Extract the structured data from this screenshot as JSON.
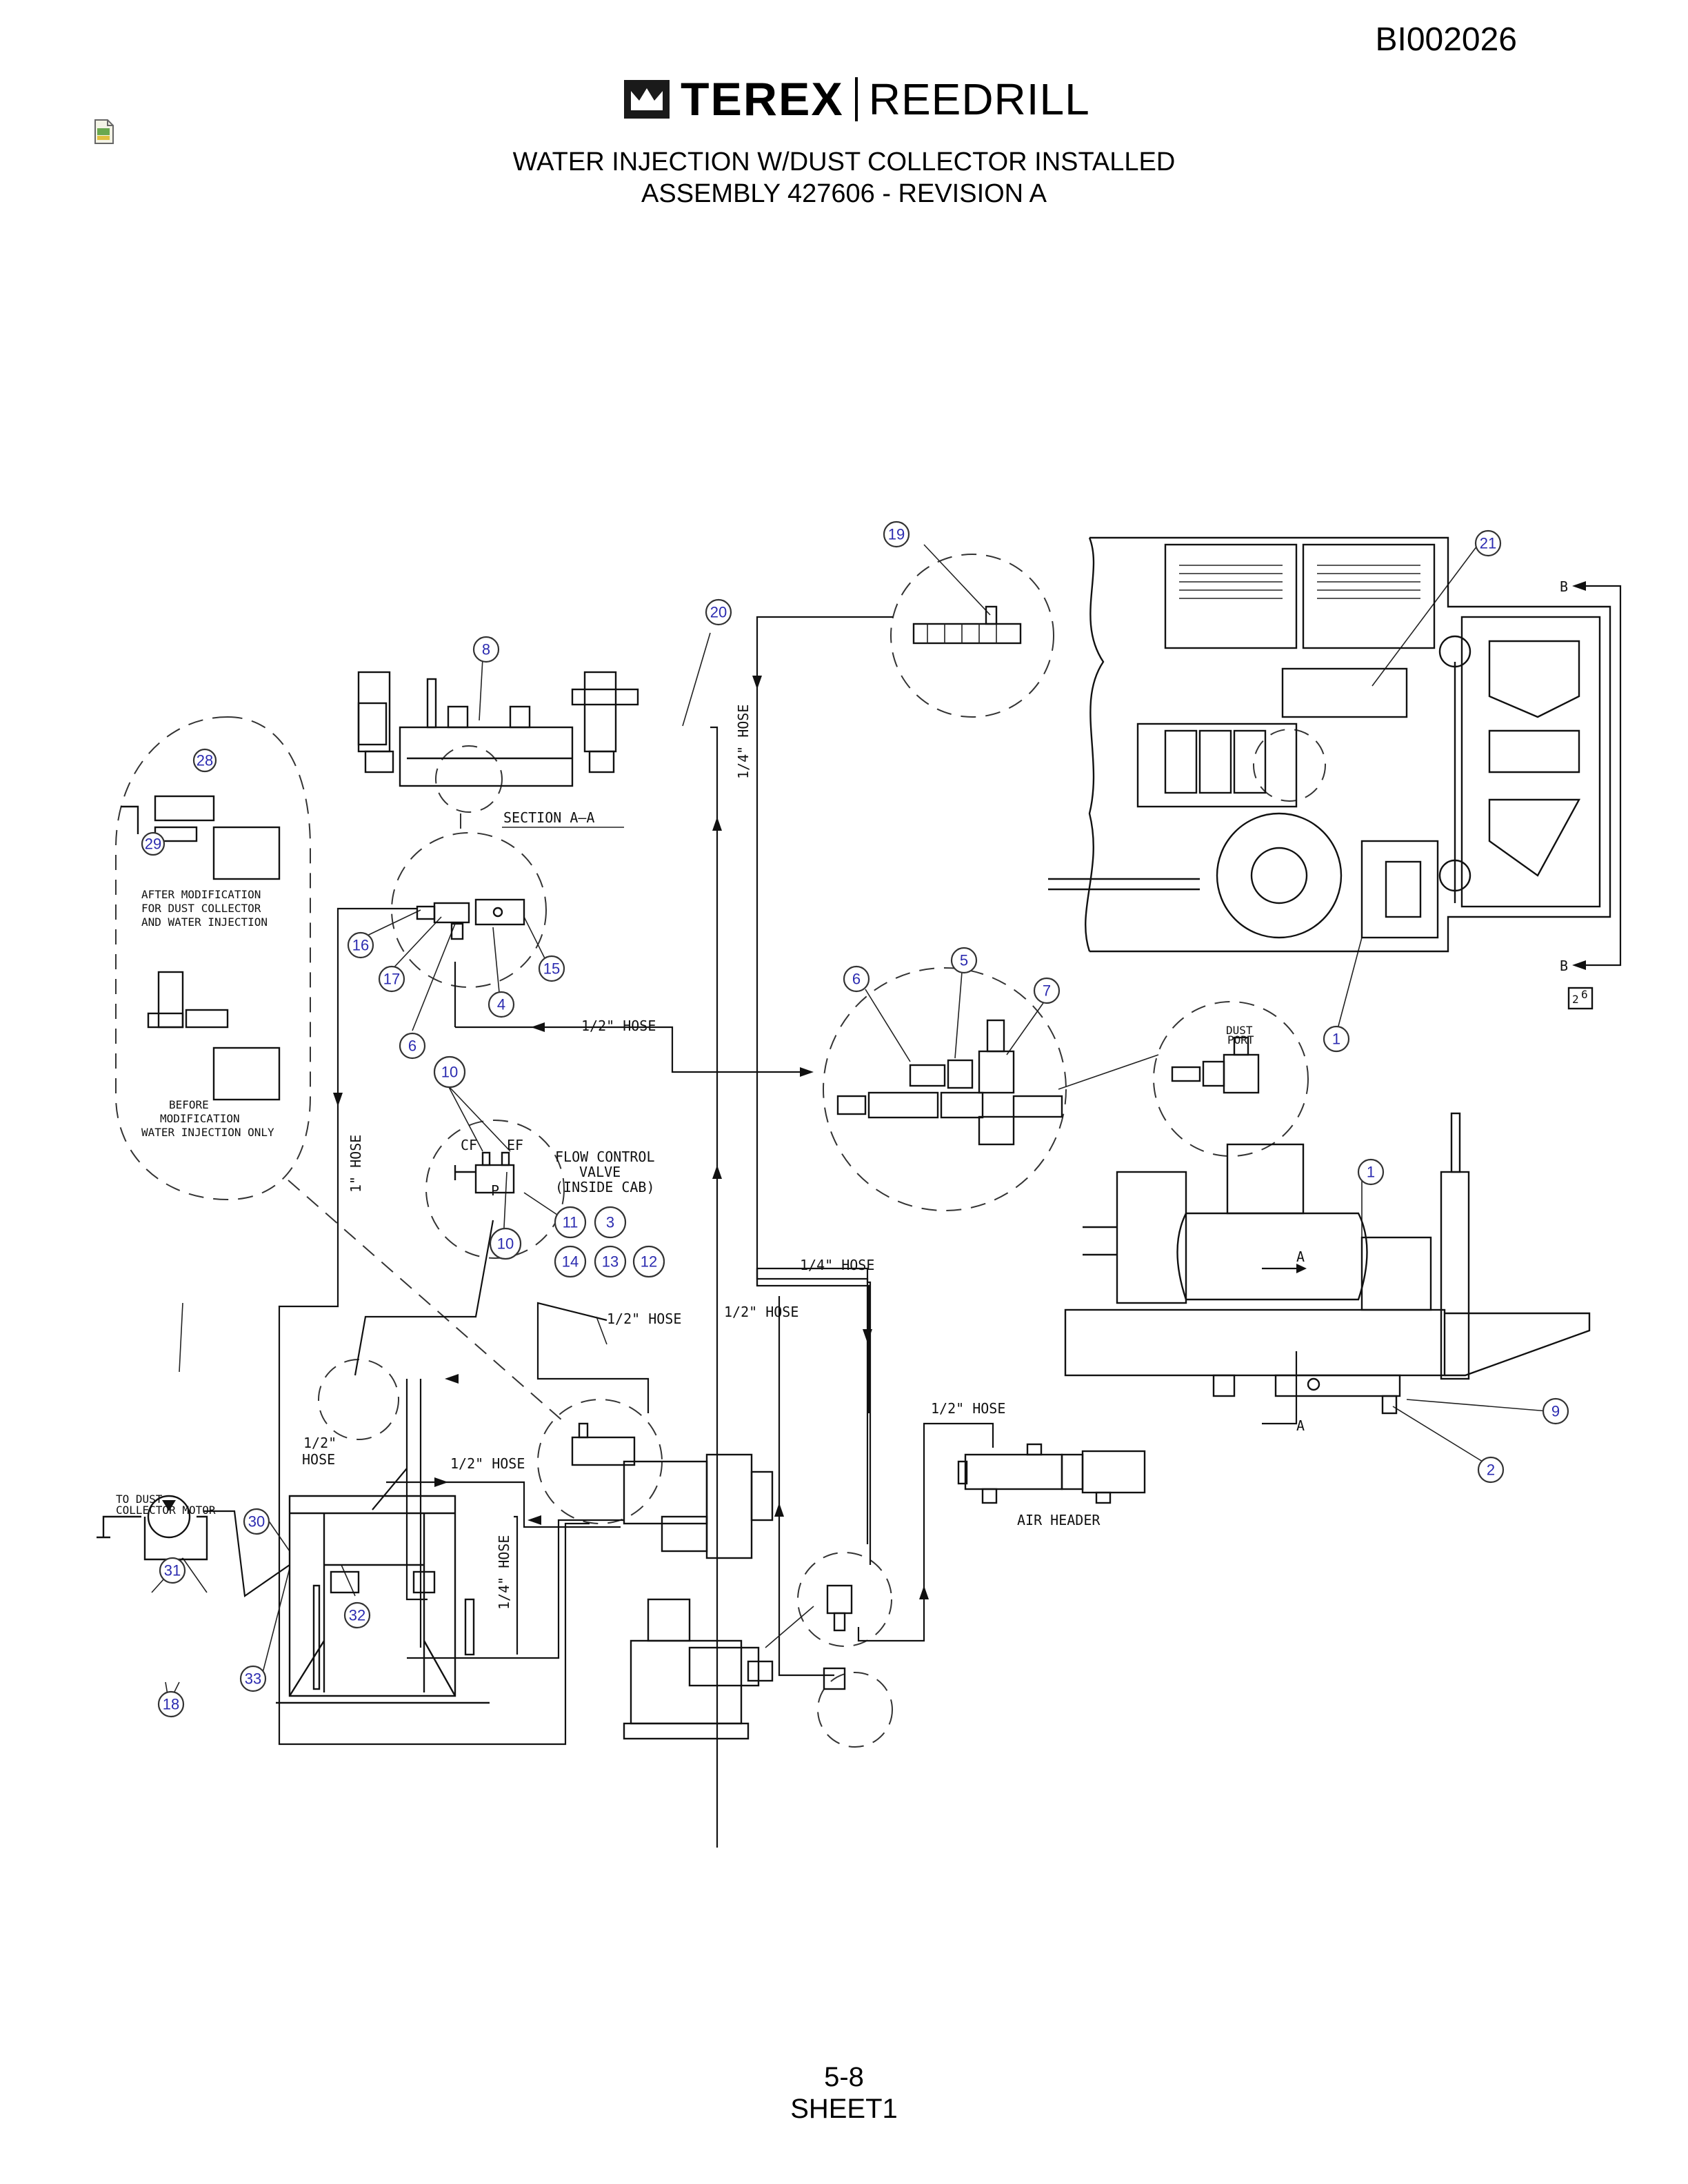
{
  "header": {
    "doc_id": "BI002026",
    "brand": "TEREX",
    "division": "REEDRILL",
    "title_line1": "WATER INJECTION W/DUST COLLECTOR INSTALLED",
    "title_line2": "ASSEMBLY 427606 - REVISION A"
  },
  "footer": {
    "page": "5-8",
    "sheet": "SHEET1"
  },
  "labels": {
    "section_aa": "SECTION A–A",
    "after_mod_1": "AFTER MODIFICATION",
    "after_mod_2": "FOR DUST COLLECTOR",
    "after_mod_3": "AND WATER INJECTION",
    "before_mod_1": "BEFORE",
    "before_mod_2": "MODIFICATION",
    "before_mod_3": "WATER INJECTION ONLY",
    "flow_1": "FLOW CONTROL",
    "flow_2": "VALVE",
    "flow_3": "(INSIDE CAB)",
    "cf": "CF",
    "ef": "EF",
    "p": "P",
    "hose_quarter": "1/4\" HOSE",
    "hose_half": "1/2\" HOSE",
    "hose_one": "1\" HOSE",
    "hose_half_a": "1/2\"",
    "hose_half_b": "HOSE",
    "air_header": "AIR HEADER",
    "to_dust_1": "TO DUST",
    "to_dust_2": "COLLECTOR MOTOR",
    "dust_port_1": "DUST",
    "dust_port_2": "PORT",
    "a": "A",
    "b": "B",
    "ref_top": "2",
    "ref_bot": "6"
  },
  "callouts": {
    "c1": "1",
    "c2": "2",
    "c3": "3",
    "c4": "4",
    "c5": "5",
    "c6": "6",
    "c7": "7",
    "c8": "8",
    "c9": "9",
    "c10": "10",
    "c11": "11",
    "c12": "12",
    "c13": "13",
    "c14": "14",
    "c15": "15",
    "c16": "16",
    "c17": "17",
    "c18": "18",
    "c19": "19",
    "c20": "20",
    "c21": "21",
    "c28": "28",
    "c29": "29",
    "c30": "30",
    "c31": "31",
    "c32": "32",
    "c33": "33"
  }
}
